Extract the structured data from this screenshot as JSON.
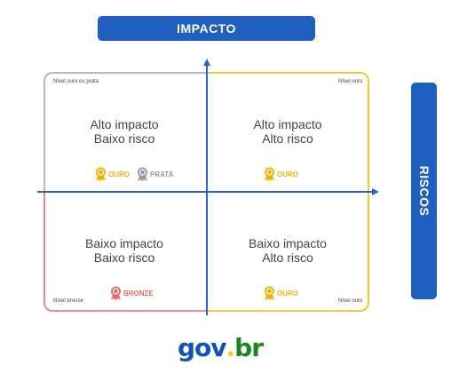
{
  "header": {
    "label": "IMPACTO"
  },
  "side": {
    "label": "RISCOS"
  },
  "quadrants": {
    "top_left": {
      "corner": "Nível ouro ou prata",
      "line1": "Alto impacto",
      "line2": "Baixo risco",
      "badges": [
        {
          "label": "OURO",
          "color": "#f0b400"
        },
        {
          "label": "PRATA",
          "color": "#9a9a9a"
        }
      ]
    },
    "top_right": {
      "corner": "Nível ouro",
      "line1": "Alto impacto",
      "line2": "Alto risco",
      "badges": [
        {
          "label": "OURO",
          "color": "#f0b400"
        }
      ]
    },
    "bottom_left": {
      "corner": "Nível bronze",
      "line1": "Baixo impacto",
      "line2": "Baixo risco",
      "badges": [
        {
          "label": "BRONZE",
          "color": "#e46a6a"
        }
      ]
    },
    "bottom_right": {
      "corner": "Nível ouro",
      "line1": "Baixo impacto",
      "line2": "Alto risco",
      "badges": [
        {
          "label": "OURO",
          "color": "#f0b400"
        }
      ]
    }
  },
  "colors": {
    "accent": "#1f5fbf",
    "axis": "#2a62c9",
    "gold": "#f3c934",
    "silver": "#b8b8b8",
    "bronze": "#f08a8a"
  },
  "logo": {
    "part1": "gov",
    "dot": ".",
    "part2": "br"
  }
}
